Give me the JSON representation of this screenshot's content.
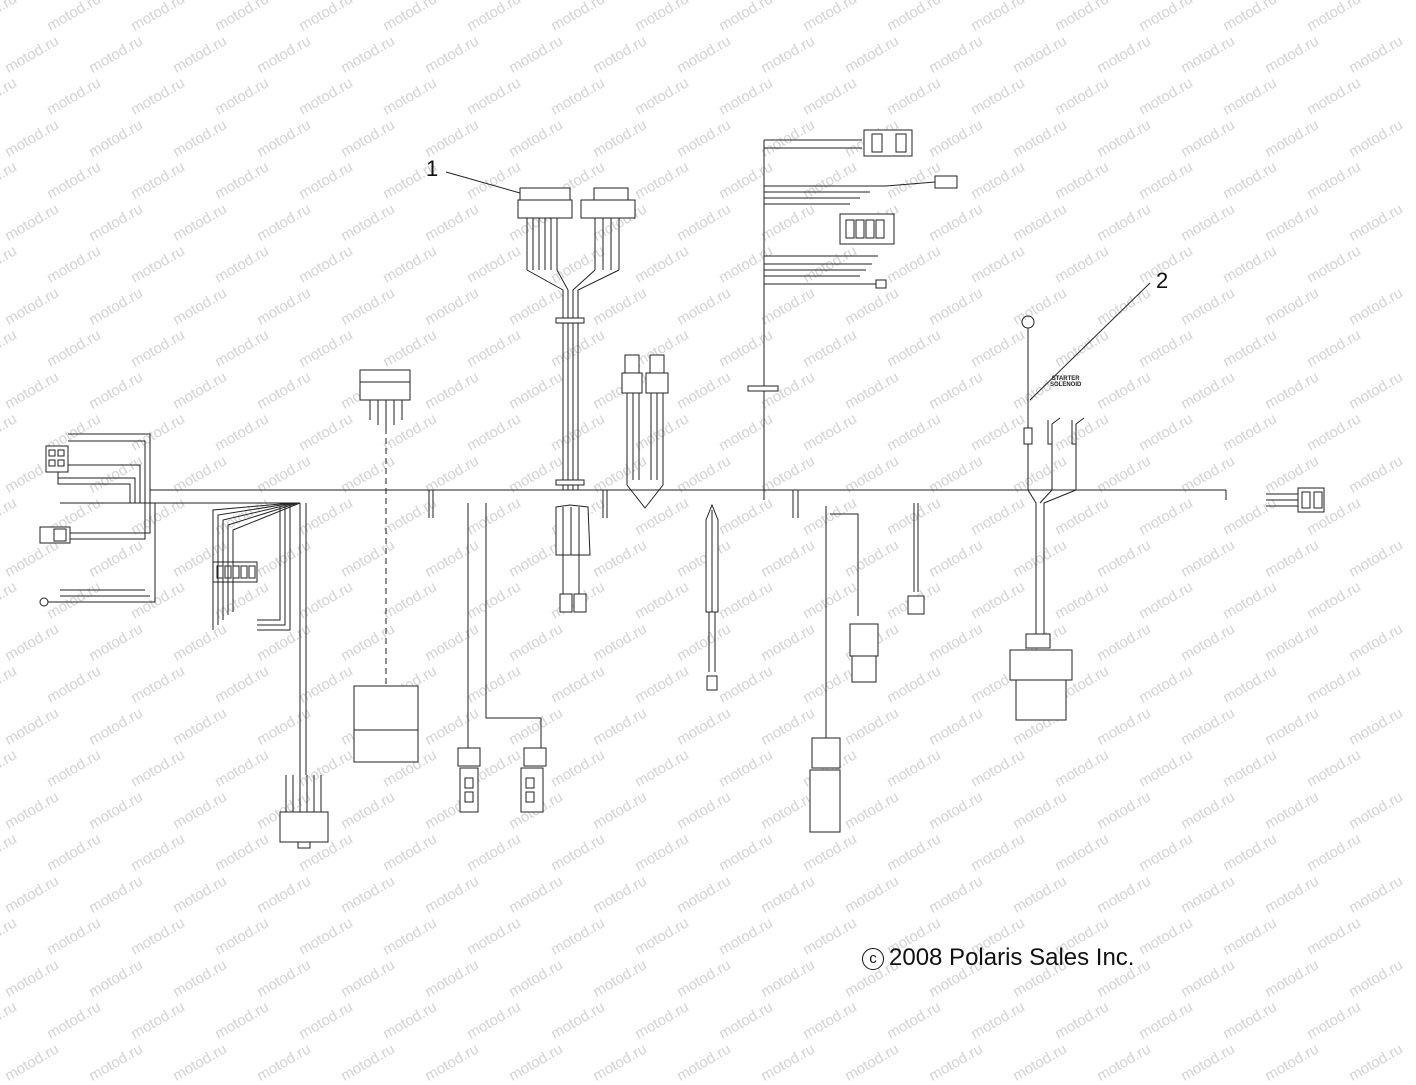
{
  "watermark": {
    "text": "motod.ru",
    "color": "#d4d4d4"
  },
  "callouts": [
    {
      "number": "1"
    },
    {
      "number": "2"
    }
  ],
  "labels": {
    "starter_solenoid": "STARTER\nSOLENOID"
  },
  "copyright": {
    "symbol": "c",
    "text": "2008 Polaris Sales Inc."
  },
  "colors": {
    "line": "#222222",
    "background": "#ffffff"
  }
}
